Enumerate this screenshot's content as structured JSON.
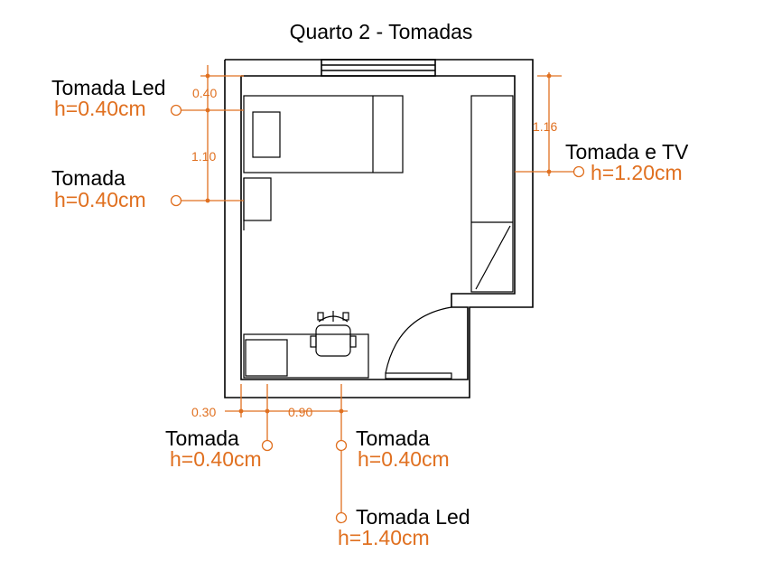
{
  "title": "Quarto 2 - Tomadas",
  "colors": {
    "accent": "#e07020",
    "line": "#000000",
    "background": "#ffffff"
  },
  "dimensions": {
    "top_left": "0.40",
    "left_gap": "1.10",
    "right_top": "1.16",
    "bottom_left": "0.30",
    "bottom_mid": "0.90"
  },
  "outlets": [
    {
      "id": "left-led",
      "name": "Tomada Led",
      "height": "h=0.40cm"
    },
    {
      "id": "left",
      "name": "Tomada",
      "height": "h=0.40cm"
    },
    {
      "id": "right-tv",
      "name": "Tomada e TV",
      "height": "h=1.20cm"
    },
    {
      "id": "bottom-left",
      "name": "Tomada",
      "height": "h=0.40cm"
    },
    {
      "id": "bottom-mid",
      "name": "Tomada",
      "height": "h=0.40cm"
    },
    {
      "id": "bottom-led",
      "name": "Tomada Led",
      "height": "h=1.40cm"
    }
  ]
}
